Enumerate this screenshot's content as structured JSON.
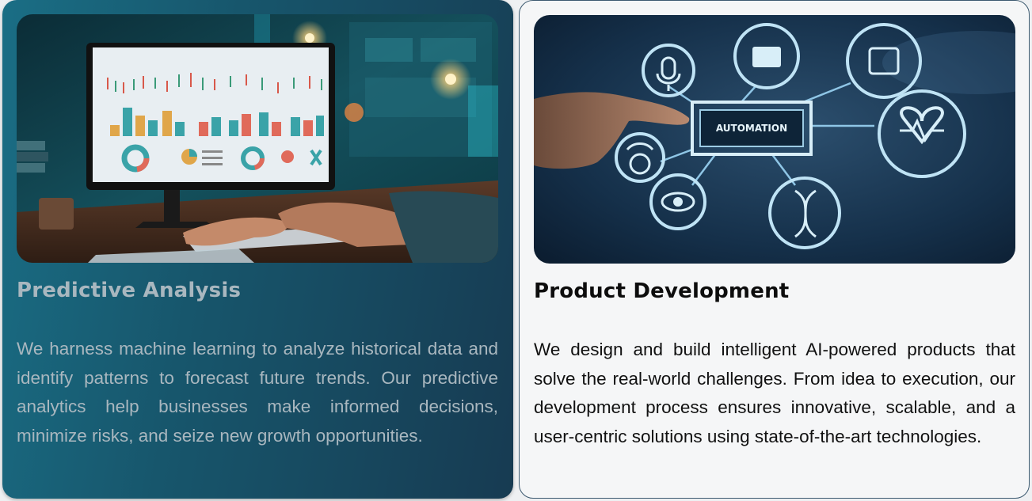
{
  "cards": [
    {
      "title": "Predictive Analysis",
      "description": "We harness machine learning to analyze historical data and identify patterns to forecast future trends. Our predictive analytics help businesses make informed decisions, minimize risks, and seize new growth opportunities.",
      "image_icon": "analytics-dashboard-photo"
    },
    {
      "title": "Product Development",
      "description": "We design and build intelligent AI-powered products that solve the real-world challenges. From idea to execution, our development process ensures innovative, scalable, and a user-centric solutions using state-of-the-art technologies.",
      "image_icon": "automation-network-photo",
      "image_label": "AUTOMATION"
    }
  ],
  "colors": {
    "left_card_gradient_start": "#1a6e85",
    "left_card_gradient_end": "#173b52",
    "right_card_bg": "#f5f6f7",
    "left_text": "#a9b7bf",
    "right_text": "#111111"
  }
}
